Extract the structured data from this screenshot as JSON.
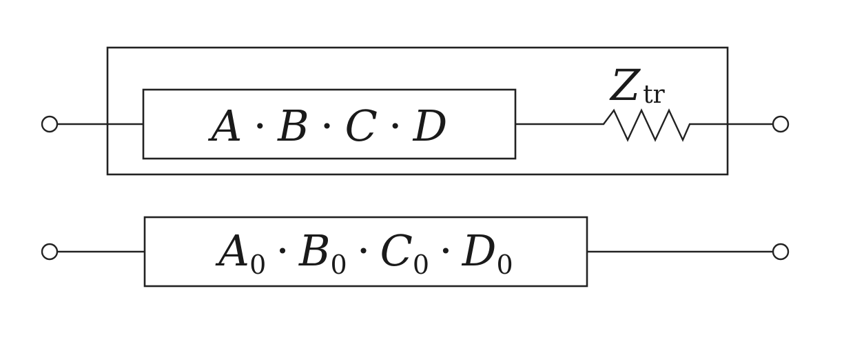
{
  "diagram": {
    "top_circuit": {
      "block_terms": [
        "A",
        "B",
        "C",
        "D"
      ],
      "separator": "·",
      "impedance": {
        "symbol": "Z",
        "subscript": "tr"
      }
    },
    "bottom_circuit": {
      "block_terms": [
        {
          "symbol": "A",
          "subscript": "0"
        },
        {
          "symbol": "B",
          "subscript": "0"
        },
        {
          "symbol": "C",
          "subscript": "0"
        },
        {
          "symbol": "D",
          "subscript": "0"
        }
      ],
      "separator": "·"
    }
  }
}
